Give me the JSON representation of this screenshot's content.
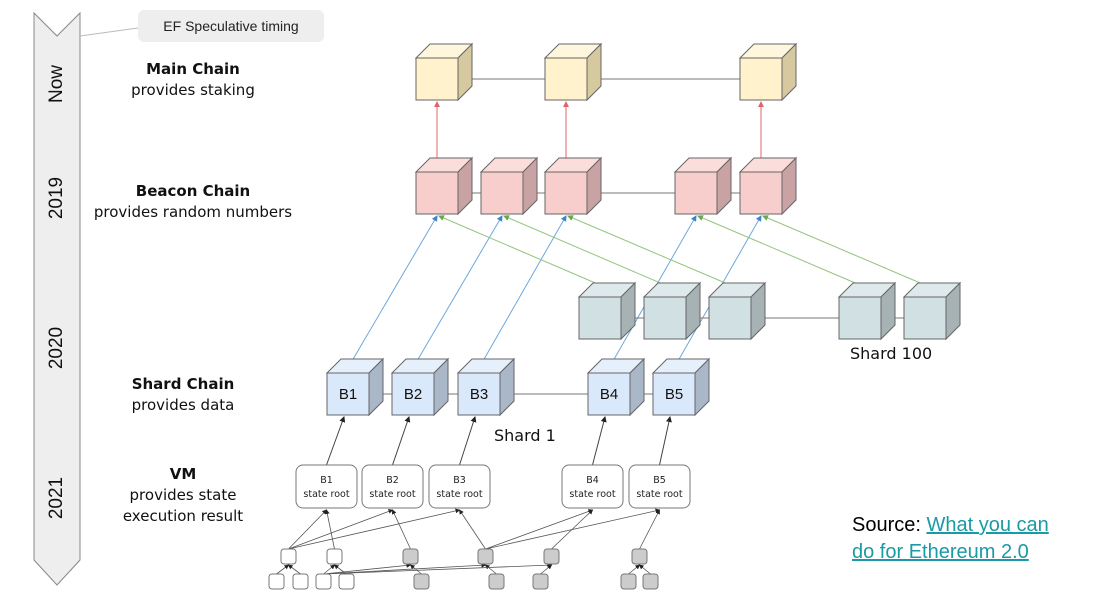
{
  "timeline": {
    "badge": "EF Speculative timing",
    "years": [
      "Now",
      "2019",
      "2020",
      "2021"
    ]
  },
  "layers": {
    "main": {
      "title": "Main Chain",
      "subtitle": "provides staking"
    },
    "beacon": {
      "title": "Beacon Chain",
      "subtitle": "provides random numbers"
    },
    "shard": {
      "title": "Shard Chain",
      "subtitle": "provides data"
    },
    "vm": {
      "title": "VM",
      "subtitle_line1": "provides state",
      "subtitle_line2": "execution result"
    }
  },
  "shard_blocks": [
    "B1",
    "B2",
    "B3",
    "B4",
    "B5"
  ],
  "vm_boxes": [
    {
      "block": "B1",
      "label": "state root"
    },
    {
      "block": "B2",
      "label": "state root"
    },
    {
      "block": "B3",
      "label": "state root"
    },
    {
      "block": "B4",
      "label": "state root"
    },
    {
      "block": "B5",
      "label": "state root"
    }
  ],
  "shard_labels": {
    "shard1": "Shard 1",
    "shard100": "Shard 100"
  },
  "source": {
    "prefix": "Source: ",
    "link_line1": "What you can",
    "link_line2": "do for Ethereum 2.0"
  },
  "colors": {
    "main_front": "#fff2cc",
    "main_top": "#fff7dd",
    "main_side": "#d6c9a0",
    "beacon_front": "#f8cecc",
    "beacon_top": "#fbdedc",
    "beacon_side": "#c9a3a3",
    "s100_front": "#d0e0e3",
    "s100_top": "#dde9eb",
    "s100_side": "#a7b2b5",
    "shard_front": "#dae8fc",
    "shard_top": "#e6effc",
    "shard_side": "#a9b7c9",
    "link_red": "#e06666",
    "link_blue": "#6fa8dc",
    "link_green": "#93c47d",
    "source_link": "#1a9aa5"
  }
}
